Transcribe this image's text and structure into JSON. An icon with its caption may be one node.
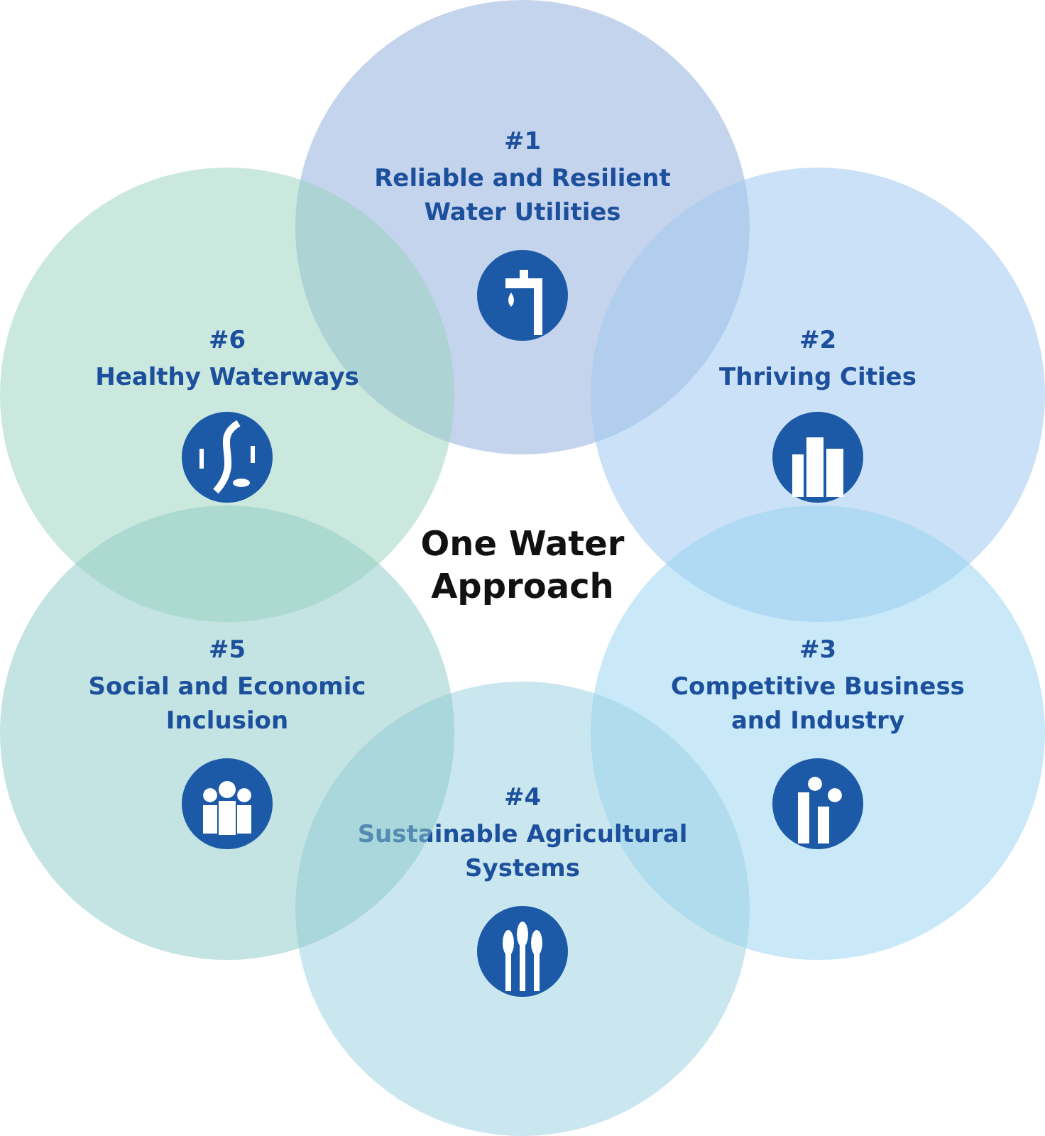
{
  "diagram": {
    "nodes": [
      {
        "text": [
          "#1",
          "Reliable and Resilient Water Utilities"
        ]
      },
      {
        "text": [
          "#2",
          "Thriving Cities"
        ]
      },
      {
        "text": [
          "#3",
          "Competitive Business and Industry"
        ]
      },
      {
        "text": [
          "#4",
          "Sustainable Agricultural Systems"
        ]
      },
      {
        "text": [
          "#5",
          "Social and Economic Inclusion"
        ]
      },
      {
        "text": [
          "#6",
          "Healthy Waterways"
        ]
      }
    ],
    "edges": [],
    "labels": [
      "One Water Approach"
    ]
  }
}
